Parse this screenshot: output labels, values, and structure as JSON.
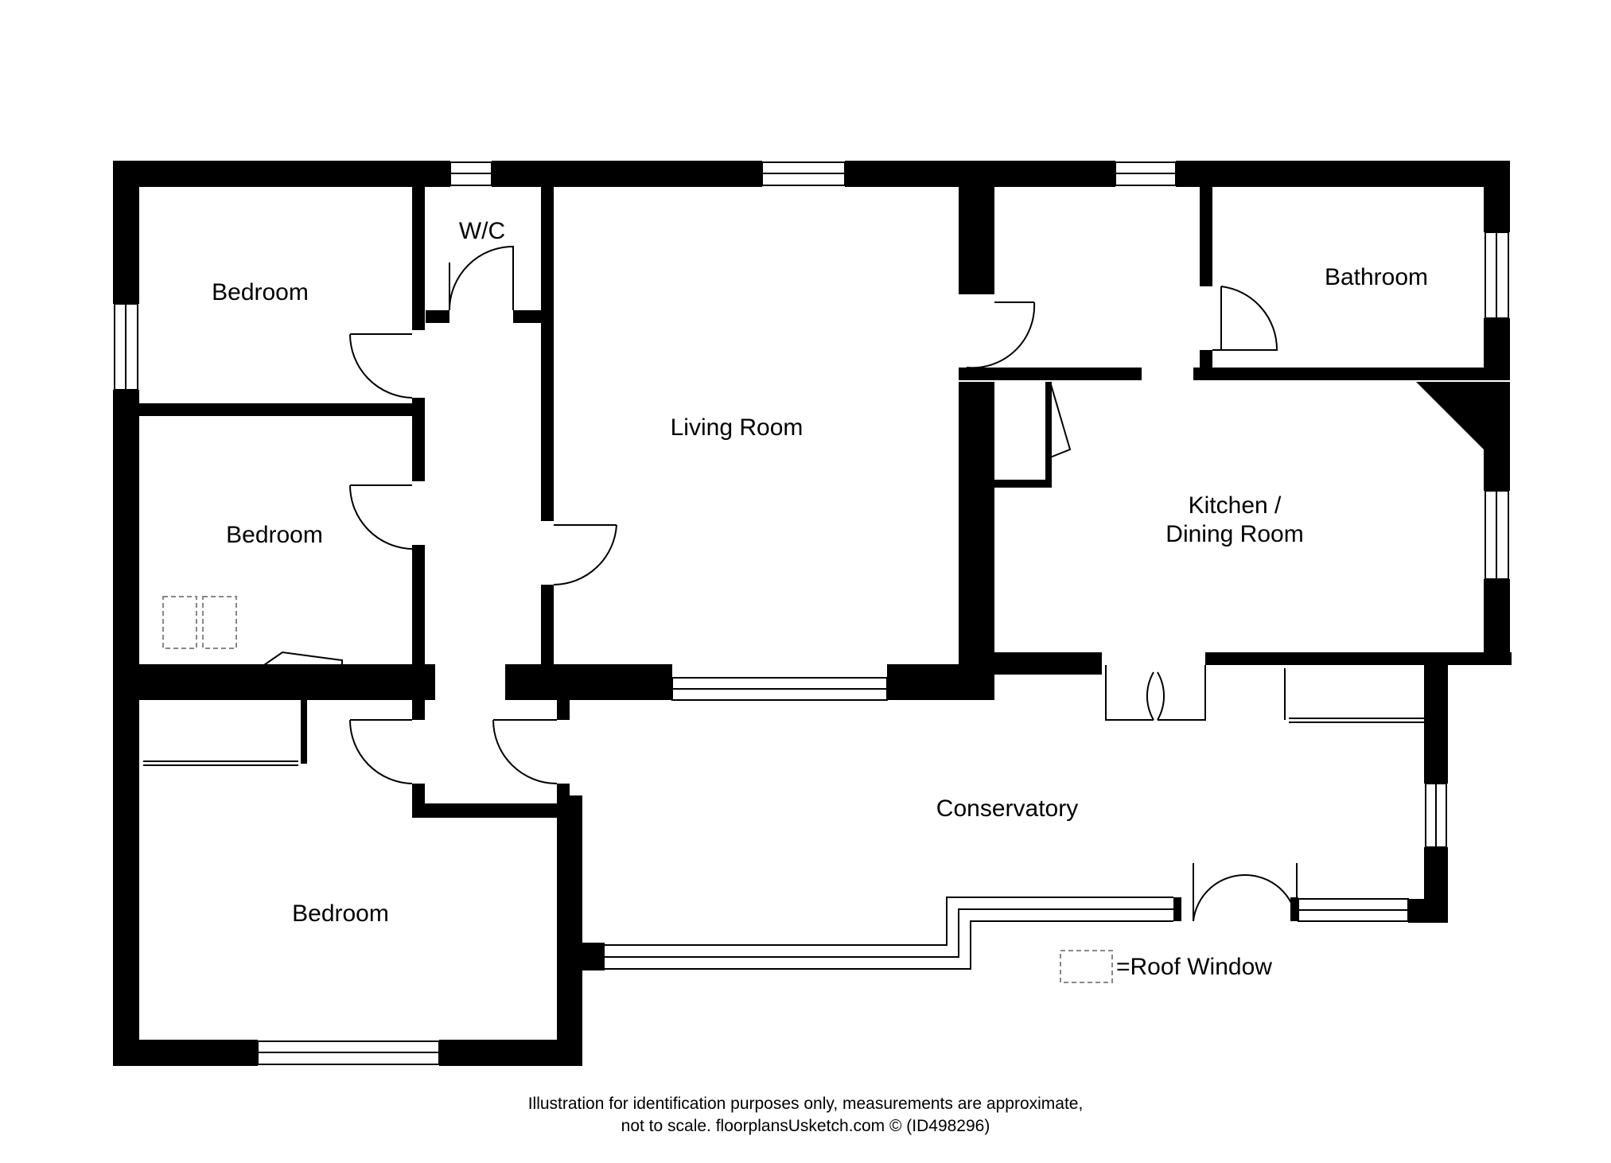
{
  "rooms": {
    "bedroom_top": "Bedroom",
    "wc": "W/C",
    "living_room": "Living Room",
    "bathroom": "Bathroom",
    "bedroom_middle": "Bedroom",
    "kitchen_line1": "Kitchen /",
    "kitchen_line2": "Dining Room",
    "conservatory": "Conservatory",
    "bedroom_bottom": "Bedroom"
  },
  "legend": {
    "roof_window": "=Roof Window"
  },
  "footer": {
    "line1": "Illustration for identification purposes only, measurements are approximate,",
    "line2": "not to scale. floorplansUsketch.com © (ID498296)"
  },
  "colors": {
    "wall": "#000000",
    "background": "#ffffff",
    "dashed": "#888888"
  }
}
